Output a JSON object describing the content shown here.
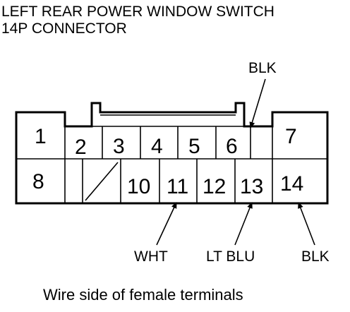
{
  "title": {
    "line1": "LEFT REAR POWER WINDOW SWITCH",
    "line2": "14P CONNECTOR"
  },
  "pins": {
    "p1": "1",
    "p2": "2",
    "p3": "3",
    "p4": "4",
    "p5": "5",
    "p6": "6",
    "p7": "7",
    "p8": "8",
    "p10": "10",
    "p11": "11",
    "p12": "12",
    "p13": "13",
    "p14": "14"
  },
  "wires": {
    "blk_top": "BLK",
    "wht": "WHT",
    "lt_blu": "LT BLU",
    "blk_bottom": "BLK"
  },
  "caption": "Wire side of female terminals",
  "colors": {
    "ink": "#000000",
    "background": "#ffffff"
  }
}
